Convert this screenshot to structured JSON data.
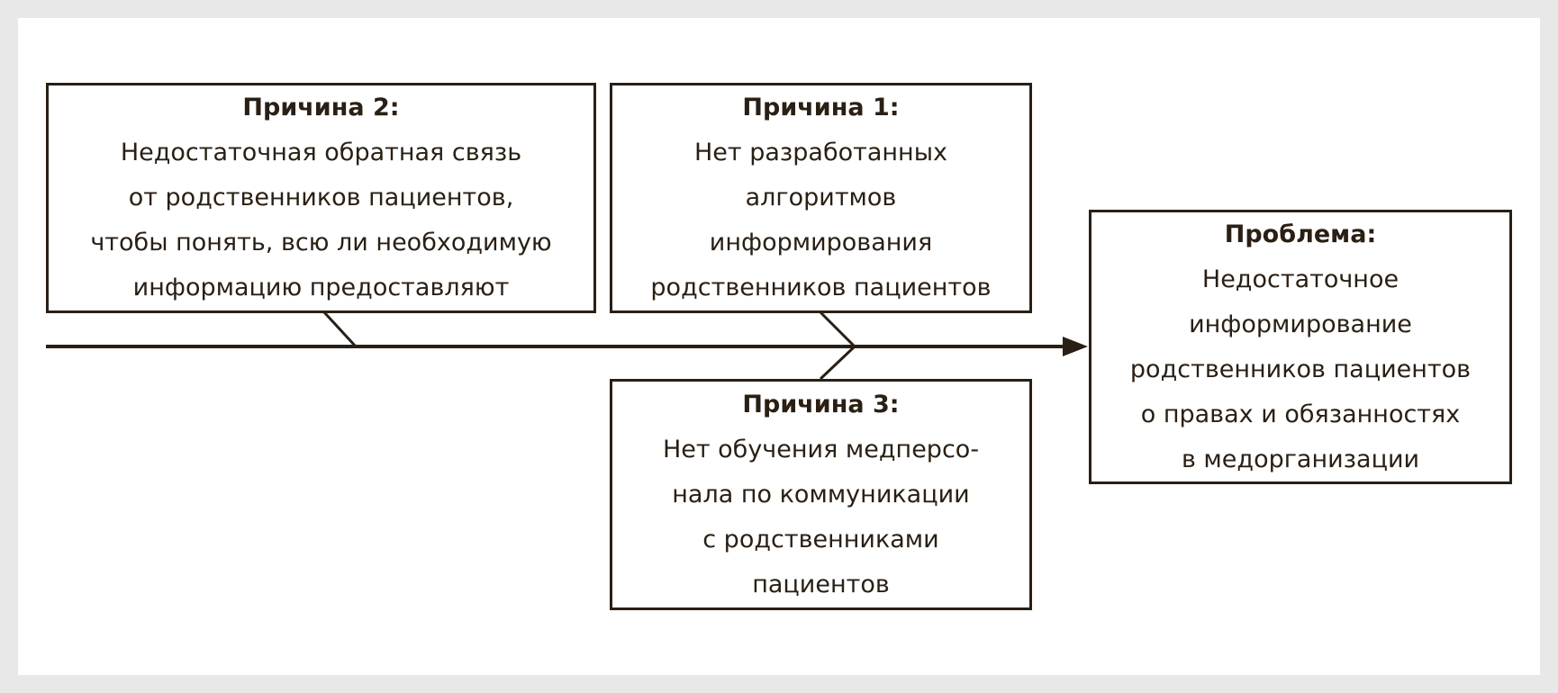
{
  "cause2": {
    "title": "Причина 2:",
    "lines": [
      "Недостаточная обратная связь",
      "от родственников пациентов,",
      "чтобы понять, всю ли необходимую",
      "информацию предоставляют"
    ]
  },
  "cause1": {
    "title": "Причина 1:",
    "lines": [
      "Нет разработанных",
      "алгоритмов",
      "информирования",
      "родственников пациентов"
    ]
  },
  "cause3": {
    "title": "Причина 3:",
    "lines": [
      "Нет обучения медперсо-",
      "нала по коммуникации",
      "с родственниками",
      "пациентов"
    ]
  },
  "problem": {
    "title": "Проблема:",
    "lines": [
      "Недостаточное",
      "информирование",
      "родственников пациентов",
      "о правах и обязанностях",
      "в медорганизации"
    ]
  },
  "colors": {
    "ink": "#2a1f14",
    "frame": "#e8e8e8"
  }
}
